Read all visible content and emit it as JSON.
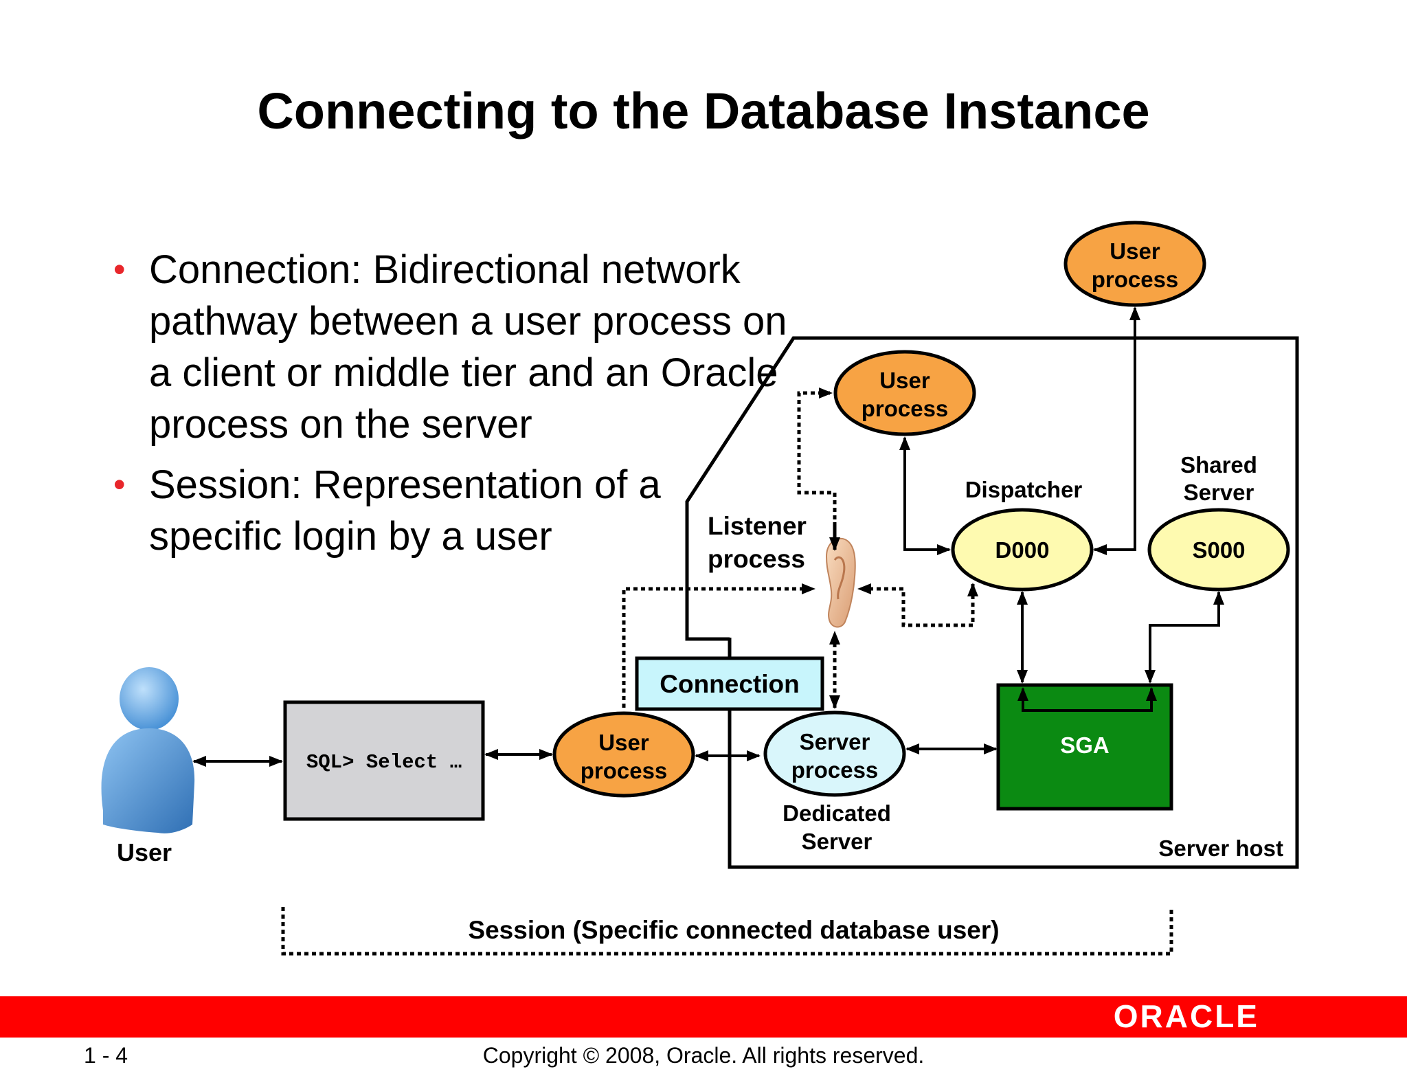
{
  "slide": {
    "title": "Connecting to the Database Instance",
    "bullets": [
      {
        "text": "Connection: Bidirectional network pathway between a user process on a client or middle tier and an Oracle process on the server"
      },
      {
        "text": "Session: Representation of a specific login by a user"
      }
    ]
  },
  "diagram": {
    "user_label": "User",
    "sql_window": "SQL> Select …",
    "user_process_client": "User process",
    "connection_label": "Connection",
    "listener_label": "Listener process",
    "server_process": "Server process",
    "dedicated_server": "Dedicated Server",
    "user_process_listener": "User process",
    "user_process_top": "User process",
    "dispatcher_label": "Dispatcher",
    "dispatcher_node": "D000",
    "shared_server_label": "Shared Server",
    "shared_server_node": "S000",
    "sga": "SGA",
    "server_host": "Server host",
    "session_label": "Session (Specific connected database user)",
    "colors": {
      "user_process": "#f7a344",
      "dispatcher": "#fefab0",
      "server_process": "#d9f6fb",
      "connection": "#c8f5fc",
      "sga": "#0b8a12",
      "sql_window": "#d3d3d6",
      "footer": "#ff0000",
      "bullet": "#e8262b"
    }
  },
  "footer": {
    "brand": "ORACLE",
    "page_number": "1 - 4",
    "copyright": "Copyright © 2008, Oracle. All rights reserved."
  }
}
